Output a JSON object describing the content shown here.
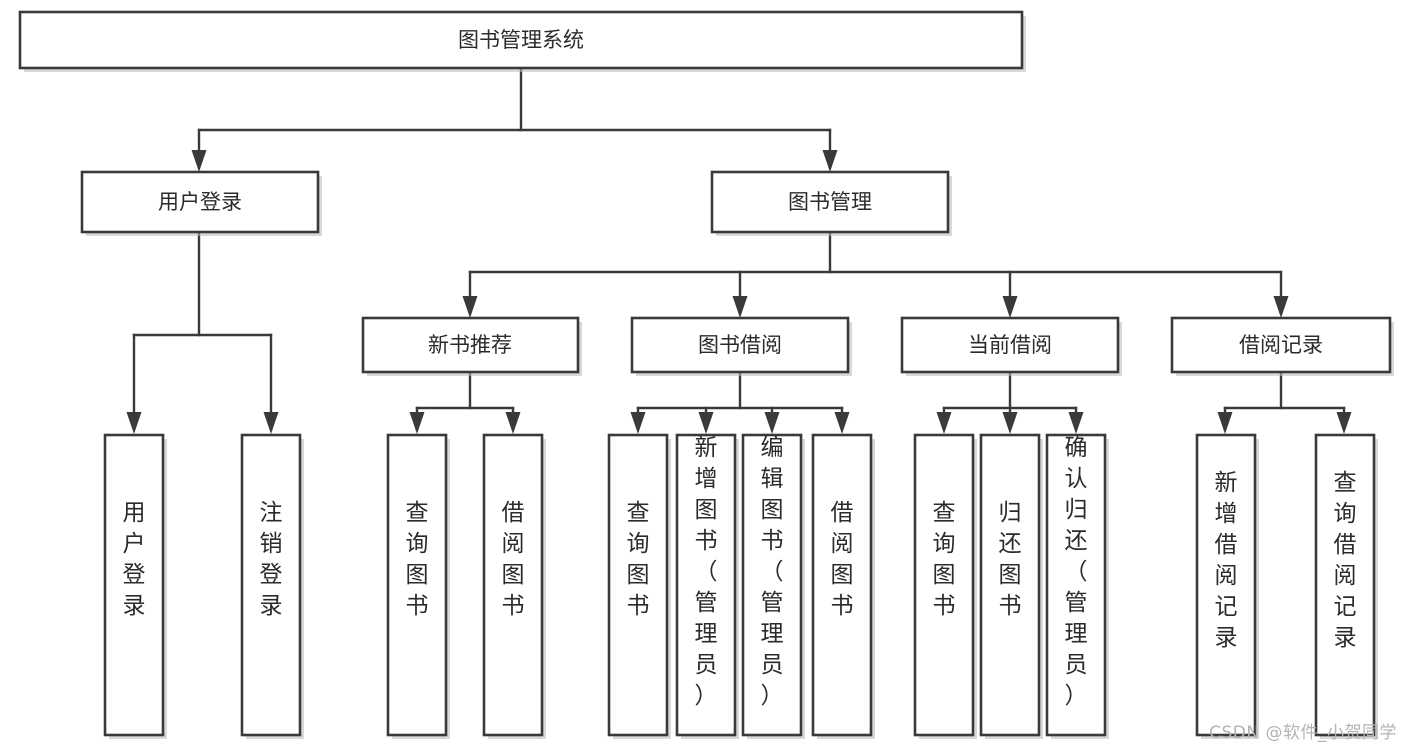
{
  "diagram": {
    "type": "tree-hierarchy",
    "title": "图书管理系统",
    "watermark": "CSDN @软件_小贺同学",
    "colors": {
      "box_fill": "#ffffff",
      "box_stroke": "#3a3a3a",
      "edge": "#3a3a3a",
      "text": "#2b2b2b",
      "watermark": "#b3b3b3",
      "background": "#ffffff"
    },
    "levels": {
      "root": {
        "label": "图书管理系统",
        "orientation": "horizontal"
      },
      "level1": [
        {
          "label": "用户登录",
          "orientation": "horizontal"
        },
        {
          "label": "图书管理",
          "orientation": "horizontal"
        }
      ],
      "level2": [
        {
          "label": "新书推荐",
          "orientation": "horizontal",
          "parent": "图书管理"
        },
        {
          "label": "图书借阅",
          "orientation": "horizontal",
          "parent": "图书管理"
        },
        {
          "label": "当前借阅",
          "orientation": "horizontal",
          "parent": "图书管理"
        },
        {
          "label": "借阅记录",
          "orientation": "horizontal",
          "parent": "图书管理"
        }
      ],
      "leaves": [
        {
          "label": "用户登录",
          "orientation": "vertical",
          "parent": "用户登录"
        },
        {
          "label": "注销登录",
          "orientation": "vertical",
          "parent": "用户登录"
        },
        {
          "label": "查询图书",
          "orientation": "vertical",
          "parent": "新书推荐"
        },
        {
          "label": "借阅图书",
          "orientation": "vertical",
          "parent": "新书推荐"
        },
        {
          "label": "查询图书",
          "orientation": "vertical",
          "parent": "图书借阅"
        },
        {
          "label": "新增图书（管理员）",
          "orientation": "vertical",
          "parent": "图书借阅"
        },
        {
          "label": "编辑图书（管理员）",
          "orientation": "vertical",
          "parent": "图书借阅"
        },
        {
          "label": "借阅图书",
          "orientation": "vertical",
          "parent": "图书借阅"
        },
        {
          "label": "查询图书",
          "orientation": "vertical",
          "parent": "当前借阅"
        },
        {
          "label": "归还图书",
          "orientation": "vertical",
          "parent": "当前借阅"
        },
        {
          "label": "确认归还（管理员）",
          "orientation": "vertical",
          "parent": "当前借阅"
        },
        {
          "label": "新增借阅记录",
          "orientation": "vertical",
          "parent": "借阅记录"
        },
        {
          "label": "查询借阅记录",
          "orientation": "vertical",
          "parent": "借阅记录"
        }
      ]
    },
    "nodes": {
      "root": {
        "label": "图书管理系统"
      },
      "l1_0": {
        "label": "用户登录"
      },
      "l1_1": {
        "label": "图书管理"
      },
      "l2_0": {
        "label": "新书推荐"
      },
      "l2_1": {
        "label": "图书借阅"
      },
      "l2_2": {
        "label": "当前借阅"
      },
      "l2_3": {
        "label": "借阅记录"
      },
      "leaf_0": {
        "label": "用户登录"
      },
      "leaf_1": {
        "label": "注销登录"
      },
      "leaf_2": {
        "label": "查询图书"
      },
      "leaf_3": {
        "label": "借阅图书"
      },
      "leaf_4": {
        "label": "查询图书"
      },
      "leaf_5": {
        "label": "新增图书（管理员）"
      },
      "leaf_6": {
        "label": "编辑图书（管理员）"
      },
      "leaf_7": {
        "label": "借阅图书"
      },
      "leaf_8": {
        "label": "查询图书"
      },
      "leaf_9": {
        "label": "归还图书"
      },
      "leaf_10": {
        "label": "确认归还（管理员）"
      },
      "leaf_11": {
        "label": "新增借阅记录"
      },
      "leaf_12": {
        "label": "查询借阅记录"
      }
    }
  }
}
